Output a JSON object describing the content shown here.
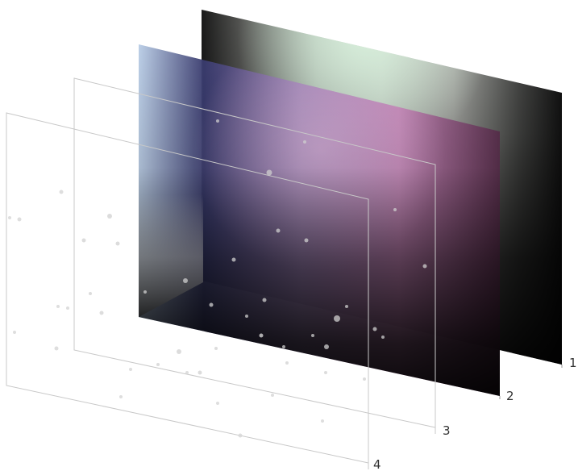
{
  "diagram": {
    "layers": [
      {
        "label": "1",
        "description_color": "#1b1c1b"
      },
      {
        "label": "2",
        "description_color": "#7a5a86"
      },
      {
        "label": "3",
        "description_color": "#ffffff"
      },
      {
        "label": "4",
        "description_color": "#ffffff"
      }
    ],
    "colors": {
      "outline": "#c8c8c8",
      "leader_line": "#999999",
      "label_text": "#333333",
      "layer1_dark": "#1a1a1a",
      "layer1_glow": "#cfe6d6",
      "layer2_blue": "#b9cde6",
      "layer2_purple": "#8e6aa1",
      "layer2_pink": "#c986b9",
      "layer2_dark": "#161616",
      "particle": "#d4d4d4"
    }
  }
}
